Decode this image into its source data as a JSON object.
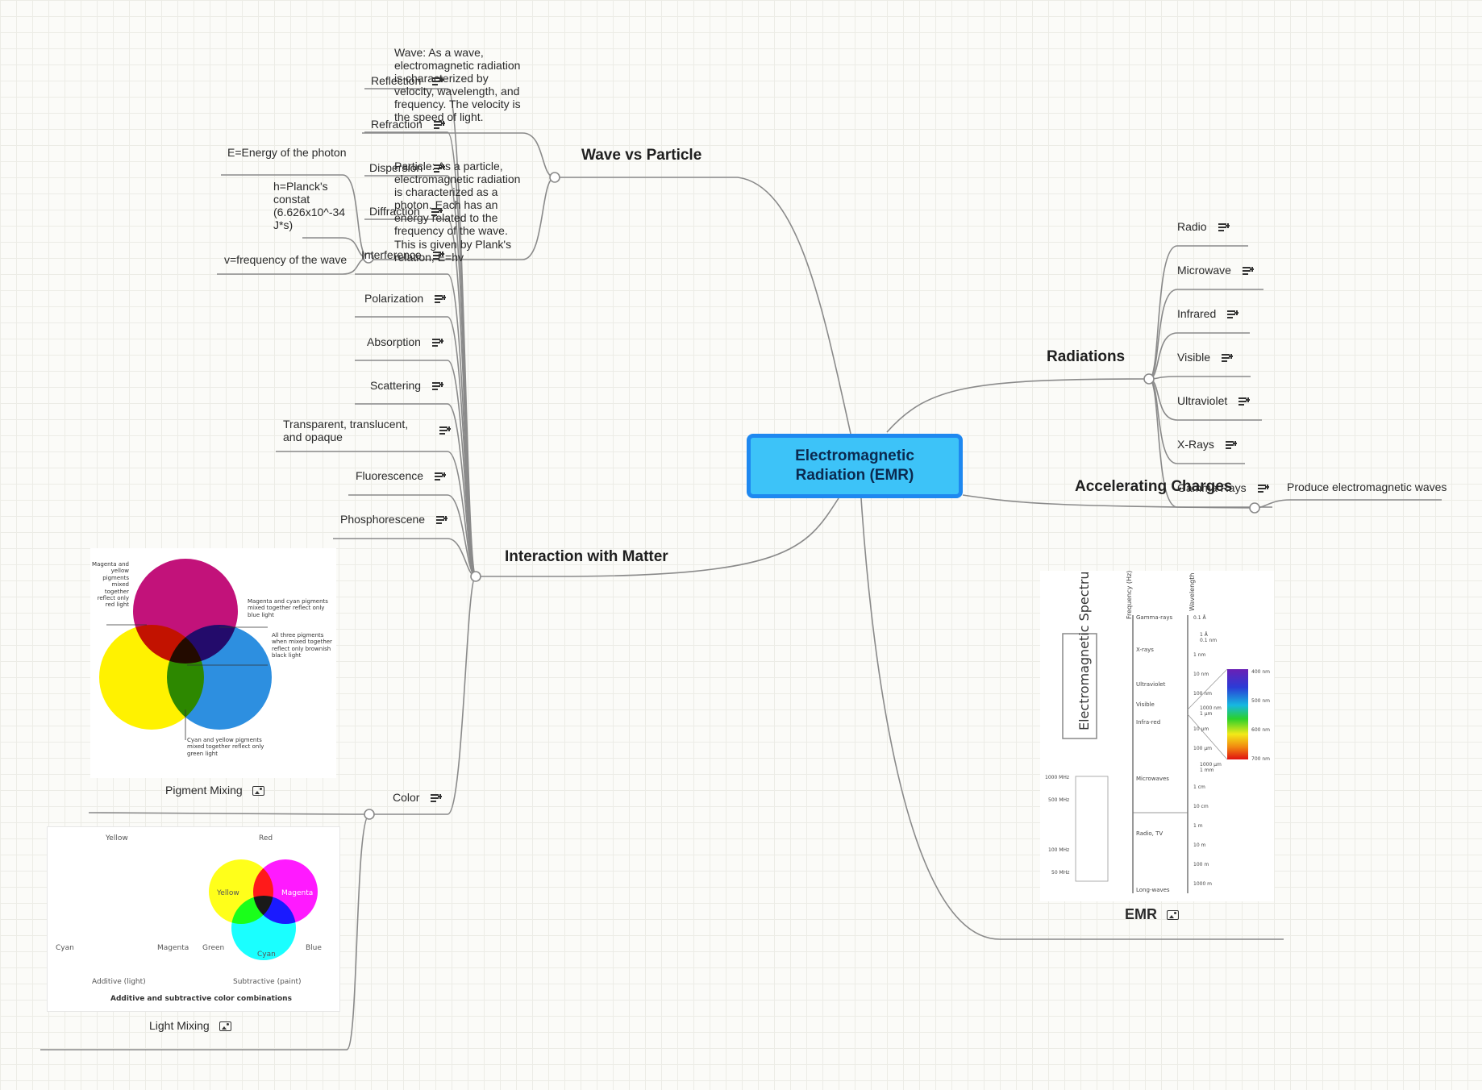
{
  "central": {
    "title": "Electromagnetic Radiation (EMR)"
  },
  "wave_vs_particle": {
    "title": "Wave vs Particle",
    "wave_note": "Wave: As a wave, electromagnetic radiation is characterized by velocity, wavelength, and frequency. The velocity is the speed of light.",
    "particle_note": "Particle: As a particle, electromagnetic radiation is characterized as a photon. Each has an energy related to the frequency of the wave.  This is given by Plank's relation, E=hv",
    "formula_terms": [
      "E=Energy of the photon",
      "h=Planck's constat (6.626x10^-34 J*s)",
      "v=frequency of the wave"
    ]
  },
  "interaction": {
    "title": "Interaction with Matter",
    "items": [
      "Reflection",
      "Refraction",
      "Dispersion",
      "Diffraction",
      "Interference",
      "Polarization",
      "Absorption",
      "Scattering",
      "Transparent, translucent, and opaque",
      "Fluorescence",
      "Phosphorescene",
      "Color"
    ]
  },
  "radiations": {
    "title": "Radiations",
    "items": [
      "Radio",
      "Microwave",
      "Infrared",
      "Visible",
      "Ultraviolet",
      "X-Rays",
      "Gamma Rays"
    ]
  },
  "accelerating": {
    "title": "Accelerating Charges",
    "child": "Produce electromagnetic waves"
  },
  "emr_image": {
    "caption": "EMR",
    "spectrum_title": "Electromagnetic Spectrum",
    "frequency_label": "Frequency (Hz)",
    "wavelength_label": "Wavelength",
    "bands": [
      "Gamma-rays",
      "X-rays",
      "Ultraviolet",
      "Visible",
      "Infra-red",
      "Microwaves",
      "Radio, TV",
      "Long-waves"
    ],
    "wavelength_ticks": [
      "0.1 Å",
      "1 Å",
      "0.1 nm",
      "1 nm",
      "10 nm",
      "100 nm",
      "1000 nm",
      "1 μm",
      "10 μm",
      "100 μm",
      "1000 μm",
      "1 mm",
      "1 cm",
      "10 cm",
      "1 m",
      "10 m",
      "100 m",
      "1000 m"
    ],
    "visible_ticks": [
      "400 nm",
      "500 nm",
      "600 nm",
      "700 nm"
    ],
    "mhz_ticks": [
      "1000 MHz",
      "500 MHz",
      "100 MHz",
      "50 MHz"
    ]
  },
  "pigment_image": {
    "caption": "Pigment Mixing",
    "notes": {
      "magenta_yellow": "Magenta and yellow pigments mixed together reflect only red light",
      "magenta_cyan": "Magenta and cyan pigments mixed together reflect only blue light",
      "all_three": "All three pigments when mixed together reflect only brownish black light",
      "cyan_yellow": "Cyan and yellow pigments mixed together reflect only green light"
    }
  },
  "light_image": {
    "caption": "Light Mixing",
    "additive_labels": [
      "Yellow",
      "Green",
      "Red",
      "Cyan",
      "Blue",
      "Magenta"
    ],
    "subtractive_labels": [
      "Red",
      "Yellow",
      "Magenta",
      "Green",
      "Cyan",
      "Blue"
    ],
    "additive_caption": "Additive (light)",
    "subtractive_caption": "Subtractive (paint)",
    "footer": "Additive and subtractive color combinations"
  },
  "colors": {
    "central_fill": "#3dc3f8",
    "central_border": "#1e88f0",
    "line": "#8a8a8a"
  }
}
